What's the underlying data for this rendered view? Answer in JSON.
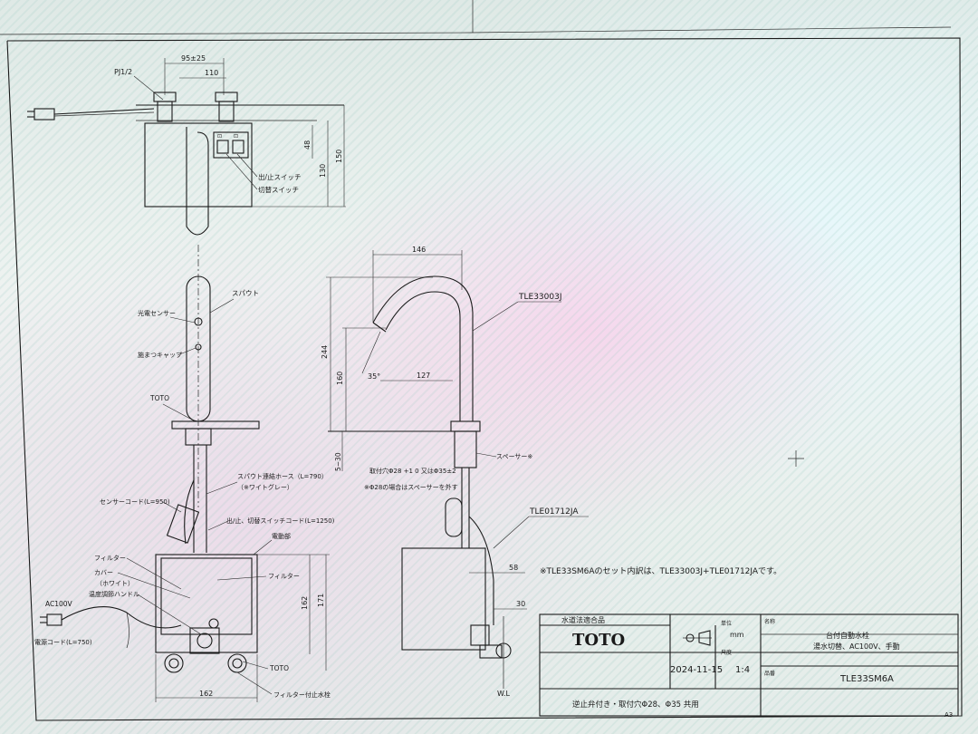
{
  "top_view": {
    "dim_95": "95±25",
    "dim_110": "110",
    "pj": "PJ1/2",
    "dim_48": "48",
    "dim_130": "130",
    "dim_150": "150",
    "switch_onoff": "出/止スイッチ",
    "switch_toggle": "切替スイッチ"
  },
  "side_view": {
    "spout": "スパウト",
    "sensor": "光電センサー",
    "cap": "施まつキャップ",
    "toto": "TOTO",
    "hose": "スパウト連結ホース（L=790）",
    "hose_color": "（※ワイトグレー）",
    "sensor_cord": "センサーコード(L=950)",
    "switch_cord": "出/止、切替スイッチコード(L=1250)",
    "filter1": "フィルター",
    "cover": "カバー",
    "white": "（ホワイト）",
    "temp_handle": "温度調節ハンドル",
    "ac100v": "AC100V",
    "power_cord": "電源コード(L=750)",
    "dim_162w": "162",
    "dim_162h": "162",
    "dim_171": "171",
    "toto_box": "TOTO",
    "filter_valve": "フィルター付止水栓",
    "filter2": "フィルター",
    "body_label": "電動部"
  },
  "front_view": {
    "dim_146": "146",
    "model_spout": "TLE33003J",
    "dim_244": "244",
    "dim_160": "160",
    "angle": "35°",
    "dim_127": "127",
    "dim_5_30": "5~30",
    "spacer": "スペーサー※",
    "hole": "取付穴Φ28 +1 0 又はΦ35±2",
    "hole_note": "※Φ28の場合はスペーサーを外す",
    "model_box": "TLE01712JA",
    "dim_58": "58",
    "dim_30": "30",
    "wl": "W.L"
  },
  "set_note": "※TLE33SM6Aのセット内訳は、TLE33003J+TLE01712JAです。",
  "title_block": {
    "standard": "水道法適合品",
    "brand": "TOTO",
    "unit_label": "単位",
    "unit": "mm",
    "scale_label": "尺度",
    "scale": "1:4",
    "date": "2024-11-15",
    "name_label": "名称",
    "name": "台付自動水栓",
    "spec": "湯水切替、AC100V、手動",
    "part_label": "品番",
    "part": "TLE33SM6A",
    "note": "逆止弁付き・取付穴Φ28、Φ35 共用",
    "sheet": "A3"
  }
}
